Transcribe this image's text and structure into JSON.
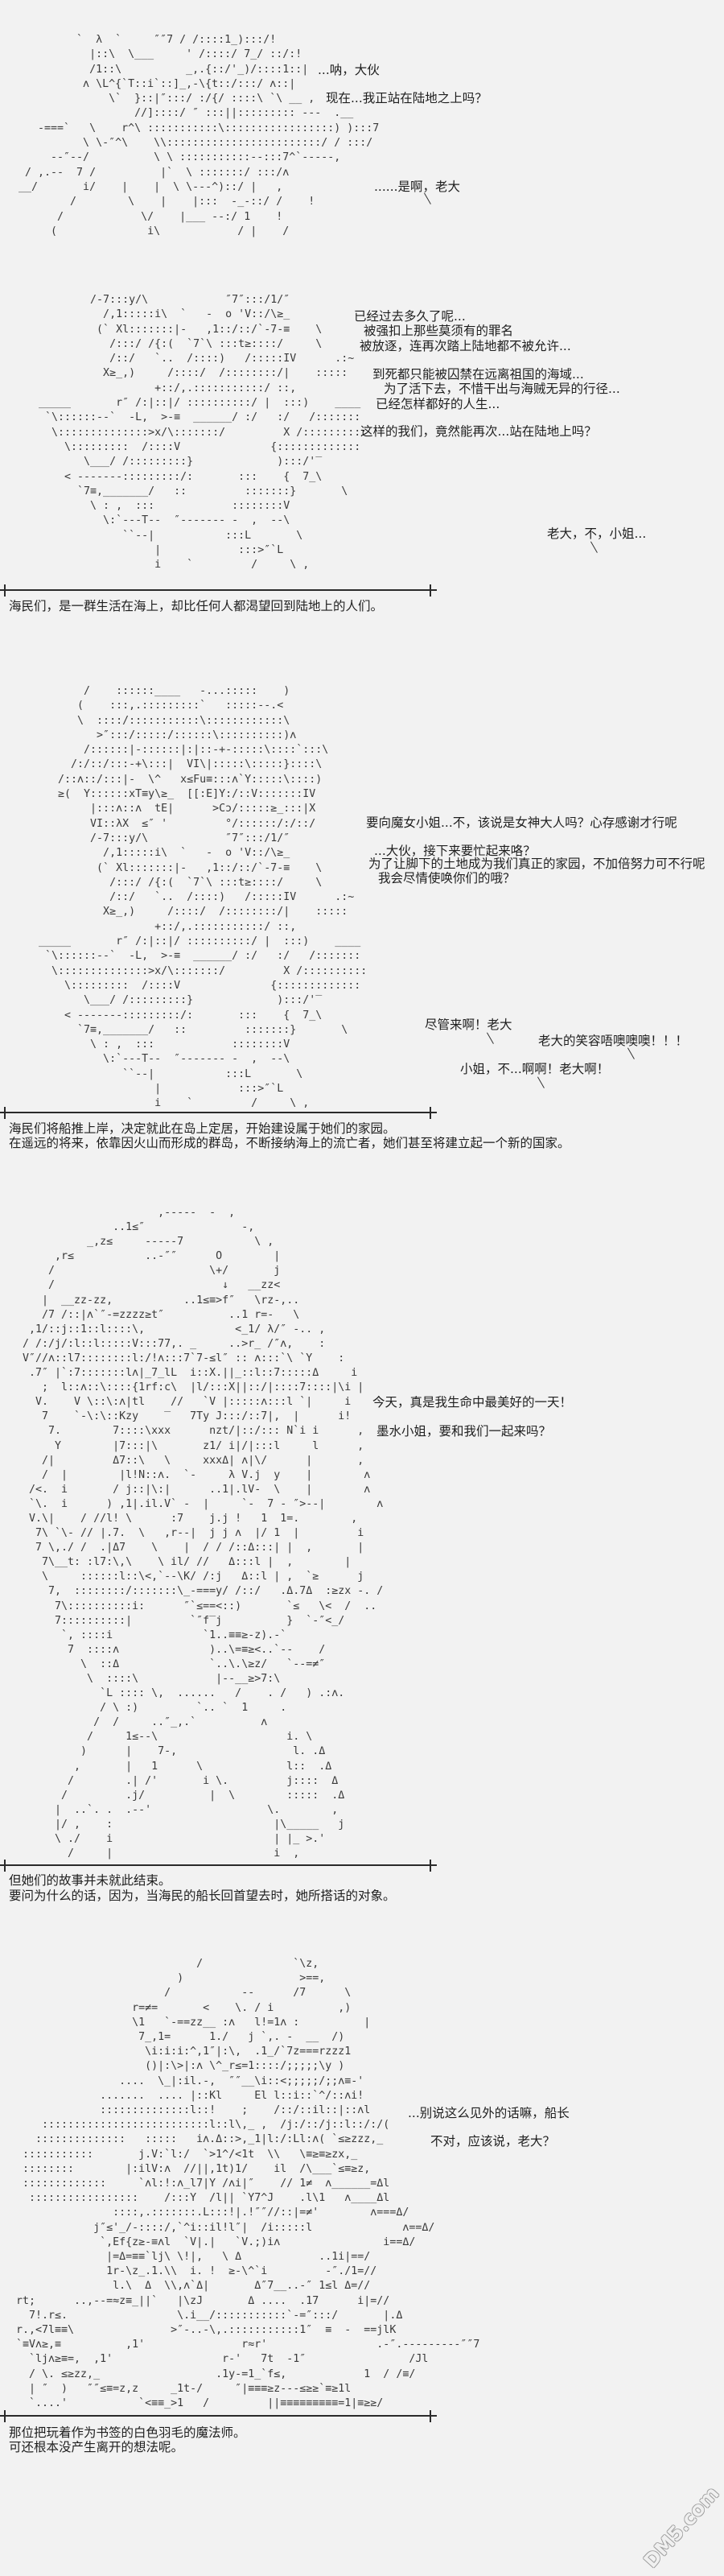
{
  "colors": {
    "background": "#f2f2f2",
    "text": "#1e1e1e",
    "rule": "#2b2b2b",
    "watermark": "#9c9c9c"
  },
  "panels": [
    {
      "aa": [
        "          `  λ  `     ″″7 / /::::1_):::/!",
        "            |::\\  \\___     ' /::::/ 7_/ ::/:!",
        "            /1::\\          _,.{::/'_)/::::1::|",
        "           ʌ \\L^{`T::i`::]_,-\\{t::/:::/ ʌ::|",
        "               \\`  }::|″:::/ :/{/ ::::\\ `\\ __ ,",
        "                   //]::::/ ″ :::||::::::::: ---  .__",
        "    -===`   \\    r^\\ :::::::::::\\:::::::::::::::::) ):::7",
        "           \\ \\-″^\\    \\\\::::::::::::::::::::::::/ / :::/",
        "      --″--/          \\ \\ :::::::::::--:::7^`-----,",
        "  / ,.--  7 /          |`  \\ :::::::/ :::/ʌ",
        " __/       i/    |    |  \\ \\---^)::/ |   ,",
        "         /        \\    |    |:::  -_-::/ /    !",
        "       /            \\/    |___ --:/ 1    !",
        "      (              i\\            / |    /"
      ],
      "dialogue": [
        "...呐，大伙",
        "现在...我正站在陆地之上吗？",
        "......是啊，老大"
      ]
    },
    {
      "aa": [
        "         /-7:::y/\\            ″7″:::/1/″",
        "           /,1:::::i\\  `   -  o 'V::/\\≥_",
        "          (` Xl:::::::|-   ,1::/::/`-7-≡    \\",
        "            /:::/ /{:(  `7`\\ :::t≥::::/     \\",
        "            /::/   `..  /::::)   /:::::IV      .:~",
        "           X≥_,)     /::::/  /::::::::/|    :::::",
        "                   +::/,.:::::::::::/ ::,",
        " _____       r″ /:|::|/ ::::::::::/ |  :::)    ____",
        "  `\\::::::--`  -L,  >-≡  ______/ :/   :/   /:::::::",
        "   \\::::::::::::::>x/\\:::::::/         X /::::::::::",
        "     \\:::::::::  /::::V              {:::::::::::::",
        "        \\___/ /:::::::::}             ):::/'‾",
        "     < -------:::::::::/:       :::    {  7_\\",
        "       `7≡,_______/   ::         :::::::}       \\",
        "         \\ : ,  :::            ::::::::V",
        "           \\:`---T--  ″------- -  ,  --\\",
        "              ``--|           :::L       \\",
        "                   |            :::>″`L",
        "                   i    `         /     \\ ,"
      ],
      "dialogue": [
        "已经过去多久了呢...",
        "被强扣上那些莫须有的罪名",
        "被放逐，连再次踏上陆地都不被允许...",
        "到死都只能被囚禁在远离祖国的海域...",
        "为了活下去，不惜干出与海贼无异的行径...",
        "已经怎样都好的人生...",
        "这样的我们，竟然能再次...站在陆地上吗？",
        "老大，不，小姐..."
      ],
      "narration": [
        "海民们，是一群生活在海上，却比任何人都渴望回到陆地上的人们。"
      ]
    },
    {
      "aa": [
        "        /    ::::::____   -...:::::    )",
        "       (    :::,.:::::::::`   :::::--.<",
        "       \\  ::::/:::::::::::\\::::::::::::\\",
        "          >″:::/:::::/::::::\\::::::::::)ʌ",
        "        /::::::|-::::::|:|::-+-:::::\\::::`:::\\",
        "      /:/::/:::-+\\:::|  VI\\|:::::\\:::::}::::\\",
        "    /::ʌ::/:::|-  \\^   x≤Fu≡:::ʌ`Y:::::\\::::)",
        "    ≥(  Y::::::xT≡y\\≥_  [[:E]Y:/::V:::::::IV",
        "         |:::ʌ::ʌ  tE|      >Cɔ/:::::≥_:::|X",
        "         VI::λX  ≤″ '         °/::::::/:/::/",
        "         /-7:::y/\\            ″7″:::/1/″",
        "           /,1:::::i\\  `   -  o 'V::/\\≥_",
        "          (` Xl:::::::|-   ,1::/::/`-7-≡    \\",
        "            /:::/ /{:(  `7`\\ :::t≥::::/     \\",
        "            /::/   `..  /::::)   /:::::IV      .:~",
        "           X≥_,)     /::::/  /::::::::/|    :::::",
        "                   +::/,.:::::::::::/ ::,",
        " _____       r″ /:|::|/ ::::::::::/ |  :::)    ____",
        "  `\\::::::--`  -L,  >-≡  ______/ :/   :/   /:::::::",
        "   \\::::::::::::::>x/\\:::::::/         X /::::::::::",
        "     \\:::::::::  /::::V              {:::::::::::::",
        "        \\___/ /:::::::::}             ):::/'‾",
        "     < -------:::::::::/:       :::    {  7_\\",
        "       `7≡,_______/   ::         :::::::}       \\",
        "         \\ : ,  :::            ::::::::V",
        "           \\:`---T--  ″------- -  ,  --\\",
        "              ``--|           :::L       \\",
        "                   |            :::>″`L",
        "                   i    `         /     \\ ,"
      ],
      "dialogue": [
        "要向魔女小姐...不，该说是女神大人吗？心存感谢才行呢",
        "...大伙，接下来要忙起来咯？",
        "为了让脚下的土地成为我们真正的家园，不加倍努力可不行呢",
        "我会尽情使唤你们的哦？",
        "尽管来啊！老大",
        "老大的笑容唔噢噢噢！！！",
        "小姐，不...啊啊！老大啊！"
      ],
      "narration": [
        "海民们将船推上岸，决定就此在岛上定居，开始建设属于她们的家园。",
        "在遥远的将来，依靠因火山而形成的群岛，不断接纳海上的流亡者，她们甚至将建立起一个新的国家。"
      ]
    },
    {
      "aa": [
        "                      ,-----  -  ,",
        "               ..1≤″               -,",
        "           _,z≤     -----7           \\ ,",
        "      ,r≤           ..-″″      O        |",
        "     /                        \\+/       j",
        "     /                          ↓   __zz<",
        "    |  __zz-zz,           ..1≤≡>f″   \\rz-,..",
        "    /7 /::|ʌ`″-=zzzz≥t″          ..1 r=-   \\",
        "  ,1/::j::1::l::::\\,              <_1/ λ/″ -.. ,",
        " / /:/j/:l::l:::::V:::77,. _     ..>r_ /″ʌ,    :",
        " V″//ʌ::l7::::::::l:/!ʌ:::7`7-≤l″ :: ʌ:::`\\ `Y    :",
        "  .7″ |`:7:::::::lʌ|_7_lL  i::X.||_::l::7:::::Δ     i",
        "    ;  l::ʌ::\\::::{1rf:c\\  |l/:::X||::/|::::7::::|\\i |",
        "   V.    V \\::\\:ʌ|tl    //   `V |:::::ʌ:::l `|     i",
        "    7    `-\\:\\::Kzy    ‾   7Ty J:::/::7|,  |      i!",
        "     7.        7::::\\xxx      nzt/|::/::: N`i i      ,",
        "      Y        |7:::|\\       z1/ i|/|:::l     l      ,",
        "    /|         Δ7::\\   \\     xxxΔ| ʌ|\\/      |       ,",
        "    /  |        |l!N::ʌ.  `-     λ V.j  y    |        ʌ",
        "  /<.  i       / j::|\\:|      ..1|.lV-  \\    |        ʌ",
        "  `\\.  i      ) ,1|.il.V` -  |     `-  7 - ″>--|        ʌ",
        "  V.\\|    / //l! \\      :7    j.j !   1  1=.        ,",
        "   7\\ `\\- // |.7.  \\   ,r--|  j j ʌ  |/ 1  |         i",
        "   7 \\,./ /  .|Δ7    \\    |  / / /::Δ:::| |  ,       |",
        "    7\\__t: :l7:\\,\\    \\ il/ //   Δ:::l |  ,        |",
        "    \\     ::::::l::\\<,`--\\K/ /:j   Δ::l | ,  `≥      j",
        "     7,  ::::::::/:::::::\\_-===y/ /::/   .Δ.7Δ  :≥zx -. /",
        "      7\\::::::::::i:      ″`≤==<::)       `≤   \\<  /  ..",
        "      7::::::::::|         `″f‾j          }  `-″<_/",
        "       `, ::::i              `1..≡≡≥-z).-`",
        "        7  ::::ʌ              )..\\=≡≥<..`--    /",
        "          \\  ::Δ              `..\\.\\≥z/   `--=≠″",
        "           \\  ::::\\            |--__≥>7:\\",
        "             `L :::: \\,  ......   /    . /   ) .:ʌ.",
        "             / \\ :)         `.. `  1     .",
        "            /  /     ..″_,.`          ʌ",
        "           /     1≤--\\                    i. \\",
        "          )      |    7-,                  l. .Δ",
        "         ,       |   1      \\             l::  .Δ",
        "        /        .| /'       i \\.         j::::  Δ",
        "       /         .j/          |  \\        :::::  .Δ",
        "      |  ..`. .  .--'                  \\.        ,",
        "      |/ ,    :                         |\\_____   j",
        "      \\ ./    i                         | |_ >.'",
        "        /     |                         i  ,"
      ],
      "dialogue": [
        "今天，真是我生命中最美好的一天！",
        "墨水小姐，要和我们一起来吗？"
      ],
      "narration": [
        "但她们的故事并未就此结束。",
        "要问为什么的话，因为，当海民的船长回首望去时，她所搭话的对象。"
      ]
    },
    {
      "aa": [
        "                            /              `\\z,",
        "                         )                  >==,",
        "                       /           --      /7      \\",
        "                  r=≠=       <    \\. / i          ,)",
        "                  \\1   `-==zz__ :ʌ   l!=1ʌ :          |",
        "                   7_,1=      1./   j `,. -  __  /)",
        "                    \\i:i:i:^,1″|:\\,  .1_/`7z===rzzz1",
        "                    ()|:\\>|:ʌ \\^_r≤=1::::/;;;;;\\y )",
        "                ....  \\_|:il.-,  ″″__\\i::<;;;;;/;;ʌ≡-'",
        "             .......  .... |::Kl     El l::i::`^/::ʌi!",
        "             ::::::::::::::l::!    ;    /::/::il::|::ʌl",
        "    ::::::::::::::::::::::::::l::l\\,_ ,  /j:/::/j::l::/:/(",
        "   ::::::::::::::   :::::   iʌ.Δ::>,_1|l:/:Ll:ʌ( `≤≥zzz,_",
        " :::::::::::       j.V:`l:/  `>1^/<1t  \\\\   \\≡≥≡≥zx,_",
        " ::::::::        |:ilV:ʌ  //||,1t)1/    il  /\\___`≤≡≥z,",
        " :::::::::::::     `ʌl:!:ʌ_l7|Y /ʌi|″    // 1≠  ʌ______=Δl",
        "  :::::::::::::::::    /:::Y  /l|| `Y7^J    .l\\1   ʌ____Δl",
        "               ::::,.:::::::.L:::!|.!″″//::|=≠'        ʌ===Δ/",
        "            j″≤'_/-::::/,`^i::il!l″|  /i:::::l              ʌ==Δ/",
        "             `,Ef{z≥-≡ʌl  `V|.|   `V.;)iʌ                i==Δ/",
        "              |=Δ=≡≡`lj\\ \\!|,   \\ Δ            ..1i|==/",
        "              1r-\\z_.1.\\\\  i. !  ≥-\\^`i         -″./1=//",
        "               l.\\  Δ  \\\\,ʌ`Δ|       Δ″7__..-″ 1≤l Δ=//",
        "rt;      ..,--=≈z≡_||`   |\\zJ       Δ ....  .17      i|=//",
        "  7!.r≤.                 \\.i__/:::::::::::`-=″:::/       |.Δ",
        "r.,<7l≡≡\\               >″-..-\\,.:::::::::::1″  ≡  -  ==jlK",
        "`≡Vʌ≥,≡          ,1'               r≈r'                 .-″.---------″″7",
        "  `ljʌ≥≡=,  ,1'                 r-'   7t  -1″                /Jl",
        "  / \\. ≤≥zz,_                  .1y-=1_`f≤,            1  / /≡/",
        "  | ″  )   ″″≤≡=z,z     _1t-/     ″|≡≡≡≥z---≤≥≥`≡≥1l",
        "  `....'           `<≡≡_>1   /         ||≡≡≡≡≡≡≡≡≡=1|≡≥≥/"
      ],
      "dialogue": [
        "...别说这么见外的话嘛，船长",
        "不对，应该说，老大？"
      ],
      "narration": [
        "那位把玩着作为书签的白色羽毛的魔法师。",
        "可还根本没产生离开的想法呢。"
      ]
    }
  ],
  "watermark": {
    "text": "DM5.com"
  }
}
